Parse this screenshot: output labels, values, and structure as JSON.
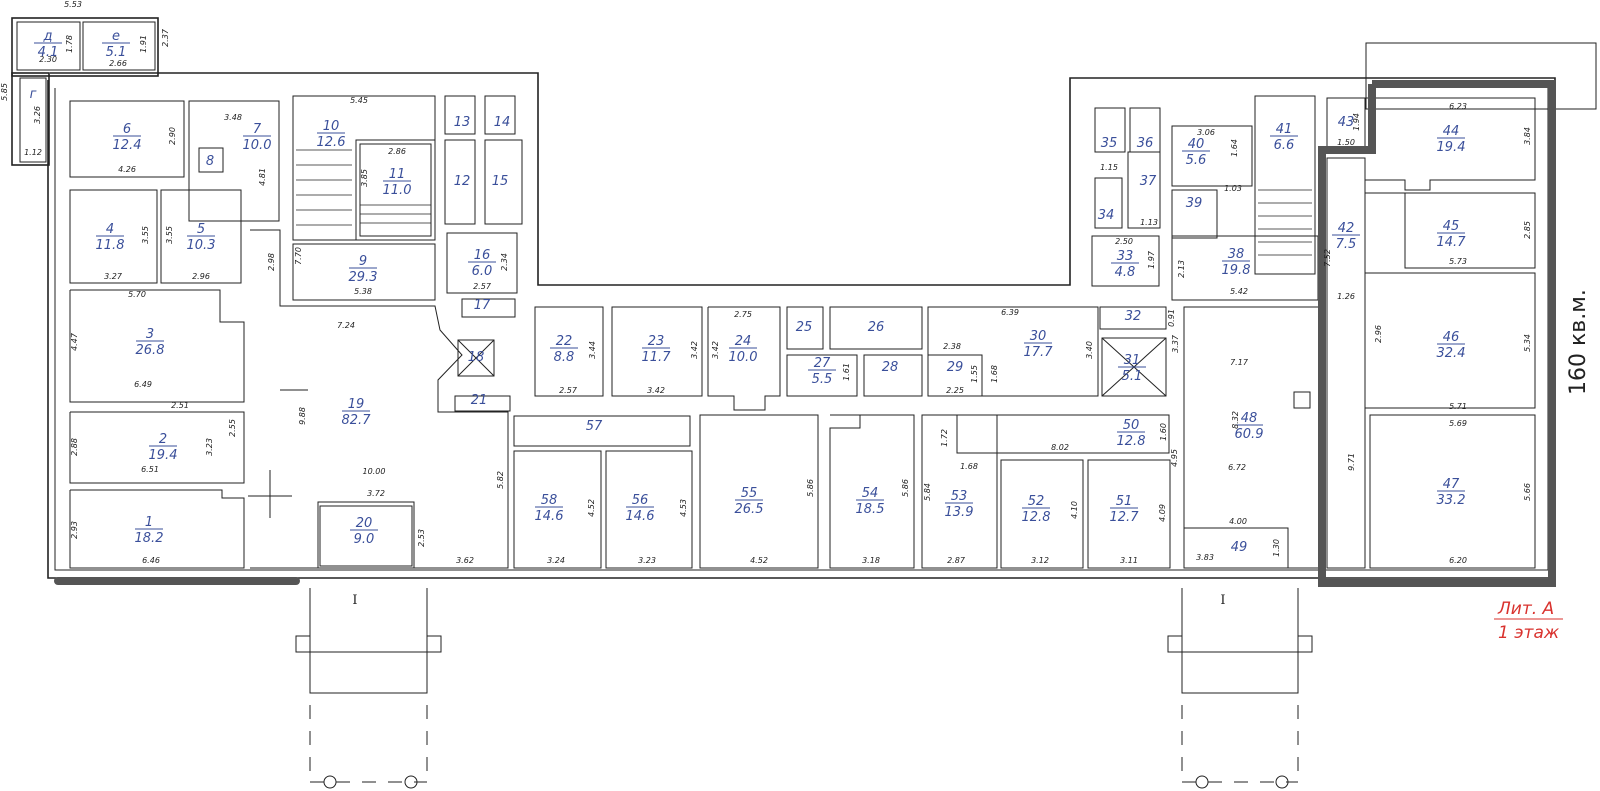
{
  "rooms": [
    {
      "num": "д",
      "area": "4.1"
    },
    {
      "num": "е",
      "area": "5.1"
    },
    {
      "num": "г",
      "area": ""
    },
    {
      "num": "6",
      "area": "12.4"
    },
    {
      "num": "7",
      "area": "10.0"
    },
    {
      "num": "8",
      "area": ""
    },
    {
      "num": "10",
      "area": "12.6"
    },
    {
      "num": "11",
      "area": "11.0"
    },
    {
      "num": "13",
      "area": ""
    },
    {
      "num": "14",
      "area": ""
    },
    {
      "num": "12",
      "area": ""
    },
    {
      "num": "15",
      "area": ""
    },
    {
      "num": "4",
      "area": "11.8"
    },
    {
      "num": "5",
      "area": "10.3"
    },
    {
      "num": "9",
      "area": "29.3"
    },
    {
      "num": "16",
      "area": "6.0"
    },
    {
      "num": "17",
      "area": ""
    },
    {
      "num": "3",
      "area": "26.8"
    },
    {
      "num": "18",
      "area": ""
    },
    {
      "num": "19",
      "area": "82.7"
    },
    {
      "num": "21",
      "area": ""
    },
    {
      "num": "2",
      "area": "19.4"
    },
    {
      "num": "1",
      "area": "18.2"
    },
    {
      "num": "20",
      "area": "9.0"
    },
    {
      "num": "22",
      "area": "8.8"
    },
    {
      "num": "23",
      "area": "11.7"
    },
    {
      "num": "24",
      "area": "10.0"
    },
    {
      "num": "25",
      "area": ""
    },
    {
      "num": "26",
      "area": ""
    },
    {
      "num": "27",
      "area": "5.5"
    },
    {
      "num": "28",
      "area": ""
    },
    {
      "num": "29",
      "area": ""
    },
    {
      "num": "30",
      "area": "17.7"
    },
    {
      "num": "57",
      "area": ""
    },
    {
      "num": "58",
      "area": "14.6"
    },
    {
      "num": "56",
      "area": "14.6"
    },
    {
      "num": "55",
      "area": "26.5"
    },
    {
      "num": "54",
      "area": "18.5"
    },
    {
      "num": "53",
      "area": "13.9"
    },
    {
      "num": "52",
      "area": "12.8"
    },
    {
      "num": "51",
      "area": "12.7"
    },
    {
      "num": "50",
      "area": "12.8"
    },
    {
      "num": "35",
      "area": ""
    },
    {
      "num": "36",
      "area": ""
    },
    {
      "num": "37",
      "area": ""
    },
    {
      "num": "34",
      "area": ""
    },
    {
      "num": "40",
      "area": "5.6"
    },
    {
      "num": "41",
      "area": "6.6"
    },
    {
      "num": "39",
      "area": ""
    },
    {
      "num": "33",
      "area": "4.8"
    },
    {
      "num": "38",
      "area": "19.8"
    },
    {
      "num": "32",
      "area": ""
    },
    {
      "num": "31",
      "area": "5.1"
    },
    {
      "num": "48",
      "area": "60.9"
    },
    {
      "num": "49",
      "area": ""
    },
    {
      "num": "43",
      "area": ""
    },
    {
      "num": "42",
      "area": "7.5"
    },
    {
      "num": "44",
      "area": "19.4"
    },
    {
      "num": "45",
      "area": "14.7"
    },
    {
      "num": "46",
      "area": "32.4"
    },
    {
      "num": "47",
      "area": "33.2"
    }
  ],
  "dimensions": [
    "5.53",
    "1.78",
    "2.30",
    "1.91",
    "2.66",
    "2.37",
    "5.85",
    "3.26",
    "1.12",
    "2.90",
    "4.26",
    "3.48",
    "4.81",
    "5.45",
    "2.86",
    "3.85",
    "3.55",
    "3.55",
    "3.27",
    "2.96",
    "2.98",
    "7.70",
    "5.38",
    "2.57",
    "2.34",
    "5.70",
    "4.47",
    "6.49",
    "7.24",
    "9.88",
    "2.51",
    "2.55",
    "2.88",
    "3.23",
    "6.51",
    "10.00",
    "3.72",
    "2.93",
    "6.46",
    "2.53",
    "3.62",
    "5.82",
    "3.44",
    "2.57",
    "3.42",
    "3.42",
    "2.75",
    "3.42",
    "1.61",
    "2.38",
    "1.55",
    "1.68",
    "2.25",
    "6.39",
    "3.40",
    "0.91",
    "3.37",
    "1.72",
    "1.68",
    "8.02",
    "1.60",
    "4.95",
    "5.86",
    "5.86",
    "5.84",
    "4.52",
    "4.53",
    "3.24",
    "3.23",
    "4.52",
    "3.18",
    "2.87",
    "4.10",
    "4.09",
    "3.12",
    "3.11",
    "1.15",
    "1.13",
    "2.50",
    "1.97",
    "2.13",
    "3.06",
    "1.64",
    "1.03",
    "7.52",
    "5.42",
    "7.17",
    "8.32",
    "6.72",
    "4.00",
    "3.83",
    "1.30",
    "1.94",
    "1.50",
    "1.26",
    "9.71",
    "6.23",
    "3.84",
    "2.85",
    "5.73",
    "2.96",
    "5.34",
    "5.71",
    "5.69",
    "5.66",
    "6.20"
  ],
  "section_marks": [
    "I",
    "I"
  ],
  "highlight_area_label": "160 кв.м.",
  "stamp": {
    "line1": "Лит. А",
    "line2": "1 этаж"
  },
  "colors": {
    "room_labels": "#3a4f9a",
    "stamp": "#d9322e",
    "highlight_border": "#555555",
    "walls": "#222222"
  }
}
